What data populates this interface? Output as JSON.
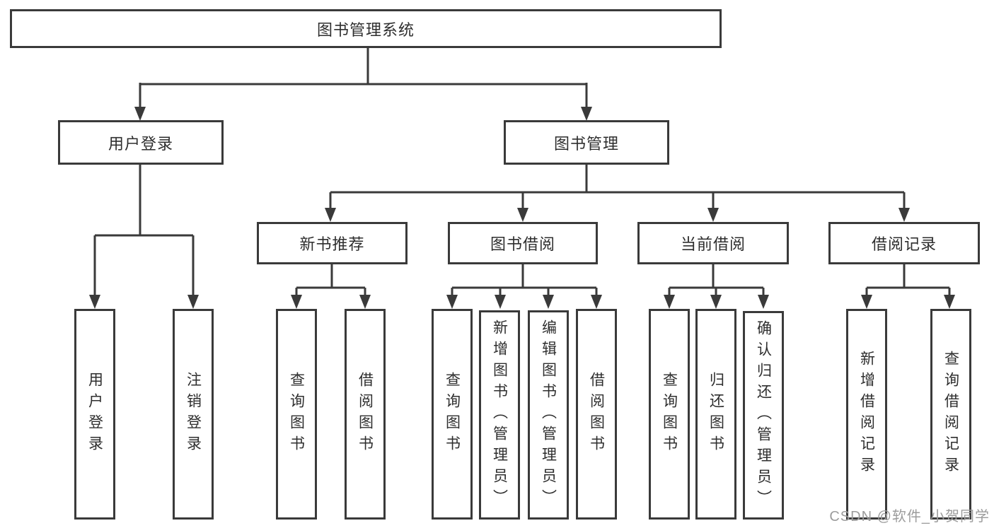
{
  "tree": {
    "root": {
      "label": "图书管理系统"
    },
    "level2": [
      {
        "label": "用户登录"
      },
      {
        "label": "图书管理"
      }
    ],
    "level3": [
      {
        "label": "新书推荐",
        "parent": "图书管理"
      },
      {
        "label": "图书借阅",
        "parent": "图书管理"
      },
      {
        "label": "当前借阅",
        "parent": "图书管理"
      },
      {
        "label": "借阅记录",
        "parent": "图书管理"
      }
    ],
    "leaves": [
      {
        "label": "用户登录",
        "parent": "用户登录"
      },
      {
        "label": "注销登录",
        "parent": "用户登录"
      },
      {
        "label": "查询图书",
        "parent": "新书推荐"
      },
      {
        "label": "借阅图书",
        "parent": "新书推荐"
      },
      {
        "label": "查询图书",
        "parent": "图书借阅"
      },
      {
        "label": "新增图书（管理员）",
        "parent": "图书借阅"
      },
      {
        "label": "编辑图书（管理员）",
        "parent": "图书借阅"
      },
      {
        "label": "借阅图书",
        "parent": "图书借阅"
      },
      {
        "label": "查询图书",
        "parent": "当前借阅"
      },
      {
        "label": "归还图书",
        "parent": "当前借阅"
      },
      {
        "label": "确认归还（管理员）",
        "parent": "当前借阅"
      },
      {
        "label": "新增借阅记录",
        "parent": "借阅记录"
      },
      {
        "label": "查询借阅记录",
        "parent": "借阅记录"
      }
    ]
  },
  "watermark": {
    "text": "CSDN @软件_小贺同学",
    "color": "#9c9c9c"
  },
  "colors": {
    "line": "#3a3a3a",
    "box_border": "#3a3a3a",
    "text": "#2e2e2e",
    "background": "#ffffff"
  }
}
